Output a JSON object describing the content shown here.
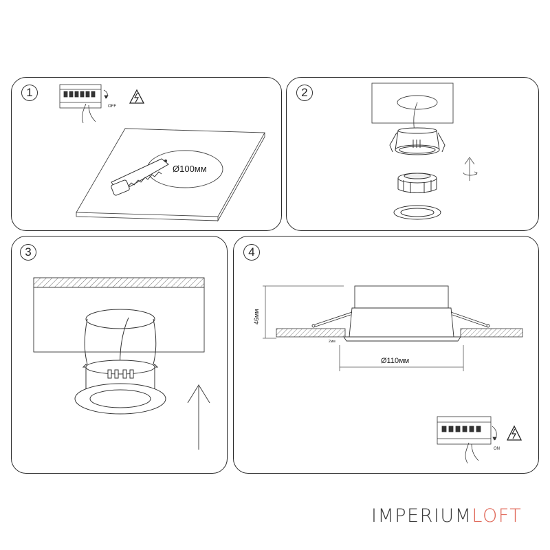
{
  "steps": [
    {
      "number": "1",
      "label_off": "OFF",
      "dimension": "Ø100мм"
    },
    {
      "number": "2"
    },
    {
      "number": "3"
    },
    {
      "number": "4",
      "height_label": "46мм",
      "gap_label": "2мм",
      "dimension": "Ø110мм",
      "label_on": "ON"
    }
  ],
  "brand": {
    "part1": "IMPERIUM",
    "part2": "LOFT",
    "color_part1": "#3d3d3d",
    "color_part2": "#e06a5b"
  }
}
